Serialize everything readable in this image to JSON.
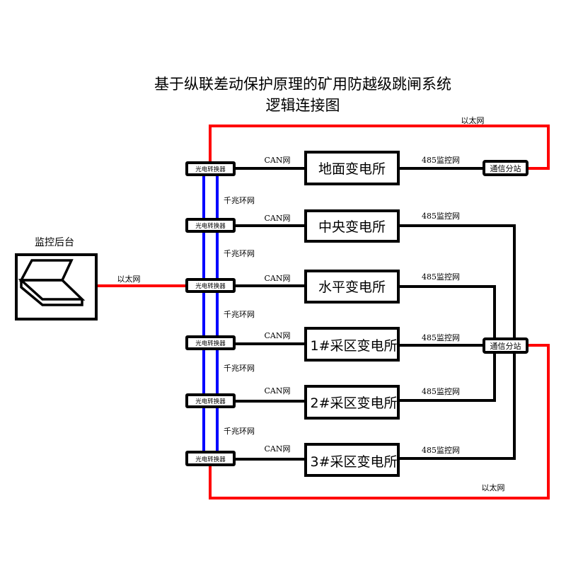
{
  "title": {
    "line1": "基于纵联差动保护原理的矿用防越级跳闸系统",
    "line2": "逻辑连接图"
  },
  "colors": {
    "ethernet": "#ff0000",
    "ring": "#0000ff",
    "wire": "#000000",
    "background": "#ffffff"
  },
  "monitor": {
    "label": "监控后台",
    "icon": "laptop-icon",
    "link_label": "以太网"
  },
  "converter_label": "光电转换器",
  "ring_label": "千兆环网",
  "can_label": "CAN网",
  "rs485_label": "485监控网",
  "substations": [
    {
      "name": "地面变电所"
    },
    {
      "name": "中央变电所"
    },
    {
      "name": "水平变电所"
    },
    {
      "name": "1#采区变电所"
    },
    {
      "name": "2#采区变电所"
    },
    {
      "name": "3#采区变电所"
    }
  ],
  "comm_stations": [
    {
      "name": "通信分站"
    },
    {
      "name": "通信分站"
    }
  ],
  "ethernet_top_label": "以太网",
  "ethernet_bottom_label": "以太网"
}
